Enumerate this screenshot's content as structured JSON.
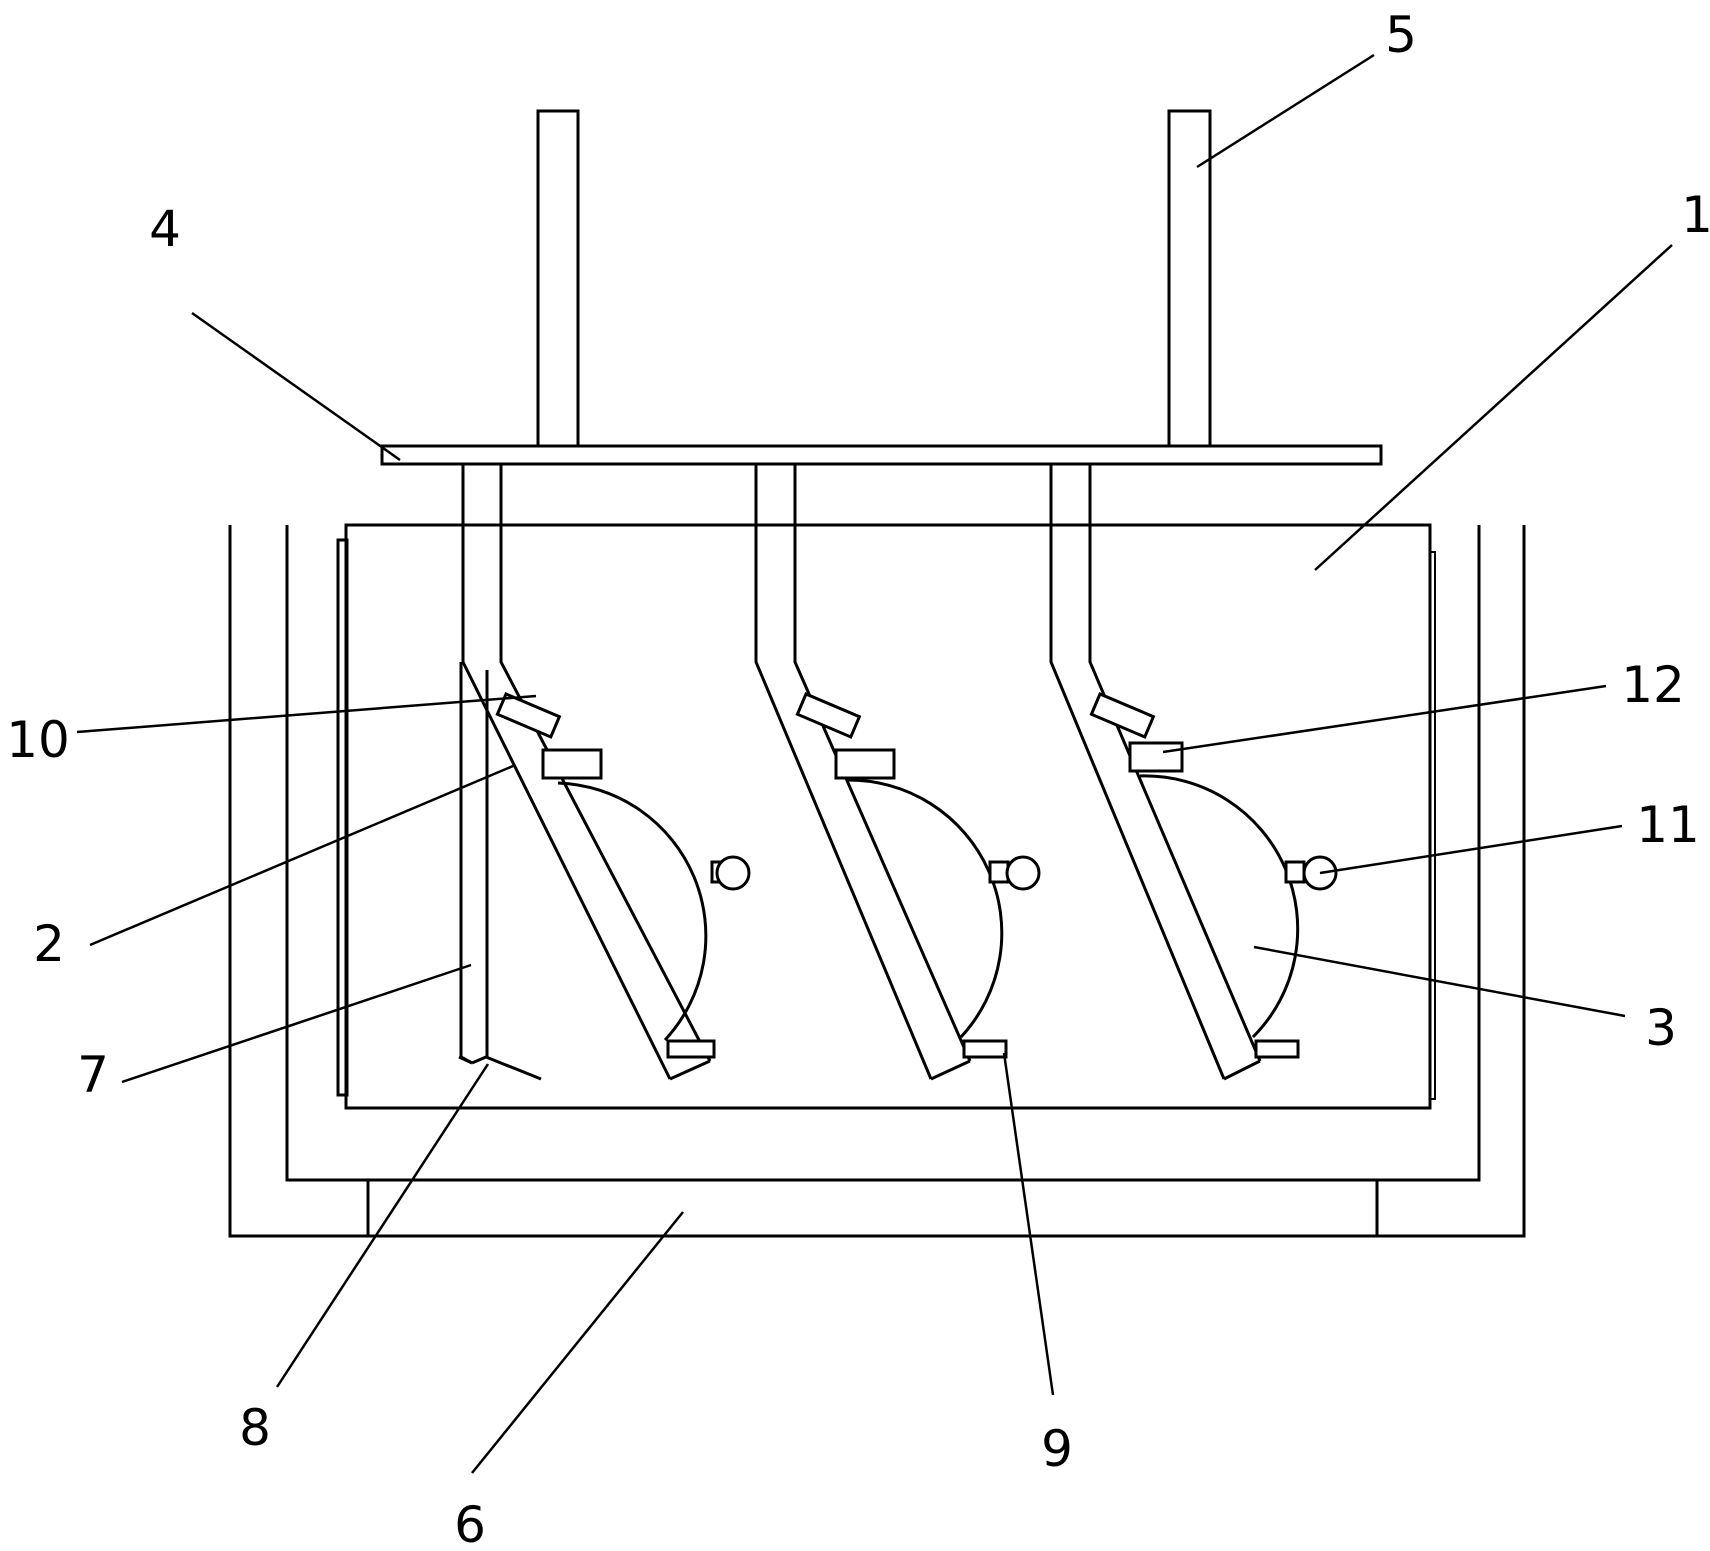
{
  "colors": {
    "line": "#000000",
    "background": "#ffffff"
  },
  "callouts": [
    {
      "id": "1",
      "text": "1"
    },
    {
      "id": "2",
      "text": "2"
    },
    {
      "id": "3",
      "text": "3"
    },
    {
      "id": "4",
      "text": "4"
    },
    {
      "id": "5",
      "text": "5"
    },
    {
      "id": "6",
      "text": "6"
    },
    {
      "id": "7",
      "text": "7"
    },
    {
      "id": "8",
      "text": "8"
    },
    {
      "id": "9",
      "text": "9"
    },
    {
      "id": "10",
      "text": "10"
    },
    {
      "id": "11",
      "text": "11"
    },
    {
      "id": "12",
      "text": "12"
    }
  ]
}
